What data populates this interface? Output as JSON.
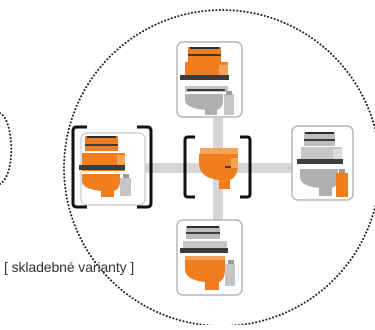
{
  "caption": "[ skladebné varianty ]",
  "colors": {
    "orange": "#f07d1e",
    "dark_gray": "#3c3c3c",
    "light_gray": "#bdbdbd",
    "connector_gray": "#d7d7d7",
    "frame_gray": "#b5b5b5",
    "dotted": "#222222"
  },
  "modules": [
    {
      "name": "module-top",
      "variant": "orange-top",
      "selected": false
    },
    {
      "name": "module-left",
      "variant": "orange",
      "selected": true
    },
    {
      "name": "module-center",
      "variant": "base",
      "selected": true
    },
    {
      "name": "module-right",
      "variant": "gray",
      "selected": false
    },
    {
      "name": "module-bottom",
      "variant": "orange-bottom",
      "selected": false
    }
  ]
}
